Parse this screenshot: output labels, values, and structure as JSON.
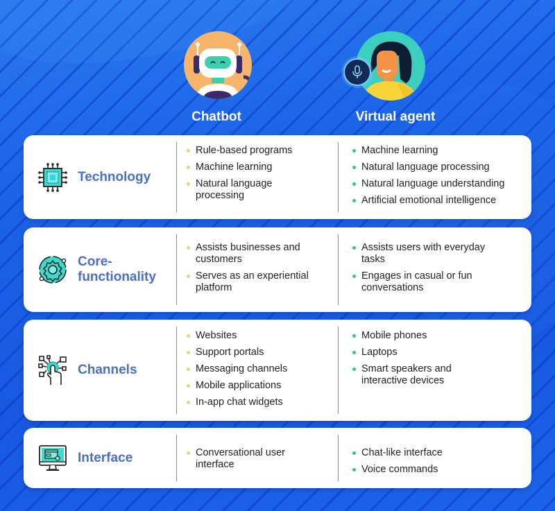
{
  "columns": {
    "chatbot": {
      "title": "Chatbot",
      "avatar": "robot-avatar-icon"
    },
    "virtual_agent": {
      "title": "Virtual agent",
      "avatar": "woman-agent-avatar-icon",
      "badge": "microphone-icon"
    }
  },
  "colors": {
    "background": "#1a62e6",
    "card": "#ffffff",
    "category_label": "#4b6fc3",
    "chatbot_bullet": "#f3cf6e",
    "agent_bullet": "#3fb8a6",
    "icon_accent": "#3ddad0"
  },
  "rows": [
    {
      "category": "Technology",
      "icon": "microchip-icon",
      "chatbot": [
        "Rule-based programs",
        "Machine learning",
        "Natural language processing"
      ],
      "virtual_agent": [
        "Machine learning",
        "Natural language processing",
        "Natural language understanding",
        "Artificial emotional intelligence"
      ]
    },
    {
      "category": "Core-functionality",
      "icon": "gear-icon",
      "chatbot": [
        "Assists businesses and customers",
        "Serves as an experiential platform"
      ],
      "virtual_agent": [
        "Assists users with everyday tasks",
        "Engages in casual or fun conversations"
      ]
    },
    {
      "category": "Channels",
      "icon": "touch-network-icon",
      "chatbot": [
        "Websites",
        "Support portals",
        "Messaging channels",
        "Mobile applications",
        "In-app chat widgets"
      ],
      "virtual_agent": [
        "Mobile phones",
        "Laptops",
        "Smart speakers and interactive devices"
      ]
    },
    {
      "category": "Interface",
      "icon": "monitor-icon",
      "chatbot": [
        "Conversational user interface"
      ],
      "virtual_agent": [
        "Chat-like interface",
        "Voice commands"
      ]
    }
  ]
}
